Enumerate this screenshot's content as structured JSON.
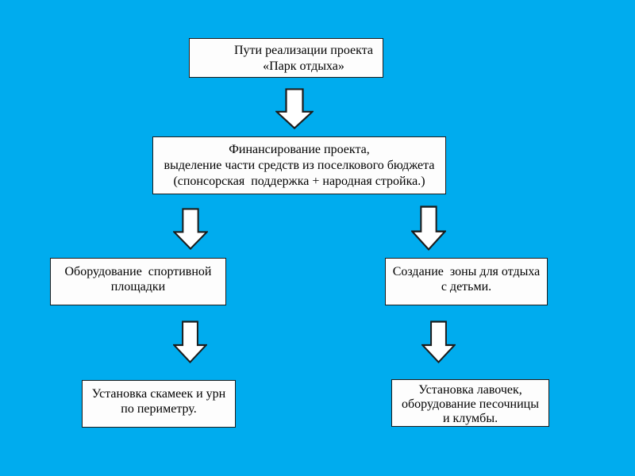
{
  "colors": {
    "background": "#00ACEE",
    "box_fill": "#FDFDFD",
    "box_border": "#1C1C1C",
    "text": "#000000",
    "arrow_fill": "#FFFFFF",
    "arrow_border": "#1C1C1C"
  },
  "icons": {
    "connector": "down-arrow-icon"
  },
  "nodes": {
    "title": {
      "lines": [
        "Пути реализации проекта",
        "«Парк отдыха»"
      ]
    },
    "finance": {
      "lines": [
        "Финансирование проекта,",
        "выделение части средств из поселкового бюджета",
        "(спонсорская  поддержка + народная стройка.)"
      ]
    },
    "sport": {
      "lines": [
        "Оборудование  спортивной",
        "площадки"
      ]
    },
    "zone": {
      "lines": [
        "Создание  зоны для отдыха",
        "с детьми."
      ]
    },
    "benches": {
      "lines": [
        "Установка скамеек и урн",
        "по периметру."
      ]
    },
    "sandbox": {
      "lines": [
        "Установка лавочек,",
        "оборудование песочницы",
        "и клумбы."
      ]
    }
  }
}
